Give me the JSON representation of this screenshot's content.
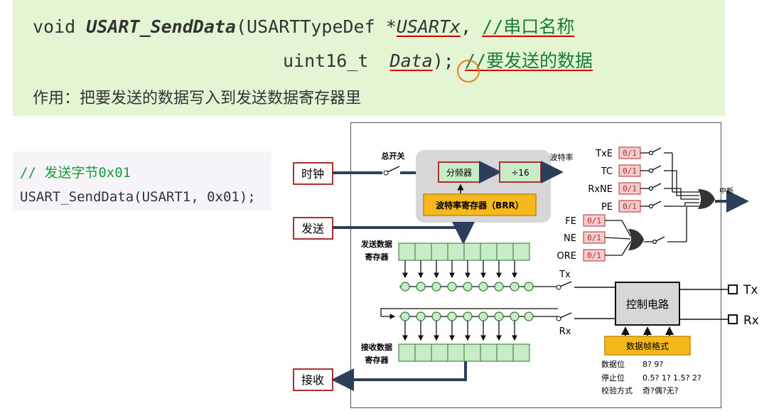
{
  "signature": {
    "kw_void": "void ",
    "fn_name": "USART_SendData",
    "open": "(USARTTypeDef *",
    "param1": "USARTx",
    "sep1": ", ",
    "comment1": "//串口名称",
    "type2": "uint16_t  ",
    "param2": "Data",
    "close": "); ",
    "comment2": "//要发送的数据"
  },
  "purpose": "作用：把要发送的数据写入到发送数据寄存器里",
  "example": {
    "comment": "// 发送字节0x01",
    "call": "USART_SendData(USART1, 0x01);"
  },
  "diagram": {
    "clock_label": "时钟",
    "send_label": "发送",
    "receive_label": "接收",
    "master_switch": "总开关",
    "divider": "分频器",
    "div16": "÷16",
    "brr": "波特率寄存器（BRR）",
    "baud_rate": "波特率",
    "tx_data_reg": [
      "发送数据",
      "寄存器"
    ],
    "rx_data_reg": [
      "接收数据",
      "寄存器"
    ],
    "flags_top": [
      {
        "name": "TxE",
        "val": "0/1"
      },
      {
        "name": "TC",
        "val": "0/1"
      },
      {
        "name": "RxNE",
        "val": "0/1"
      },
      {
        "name": "PE",
        "val": "0/1"
      }
    ],
    "flags_err": [
      {
        "name": "FE",
        "val": "0/1"
      },
      {
        "name": "NE",
        "val": "0/1"
      },
      {
        "name": "ORE",
        "val": "0/1"
      }
    ],
    "interrupt": "中断",
    "tx_label": "Tx",
    "rx_label": "Rx",
    "control": "控制电路",
    "frame_format": "数据帧格式",
    "data_bits": {
      "label": "数据位",
      "value": "8? 9?"
    },
    "stop_bits": {
      "label": "停止位",
      "value": "0.5? 1? 1.5? 2?"
    },
    "parity": {
      "label": "校验方式",
      "value": "奇?偶?无?"
    },
    "pin_tx": "Tx",
    "pin_rx": "Rx"
  },
  "colors": {
    "green_bg": "#e4f5d4",
    "register_green": "#c8ecc8",
    "brr_orange": "#f6b81c",
    "box_red": "#b03030"
  }
}
